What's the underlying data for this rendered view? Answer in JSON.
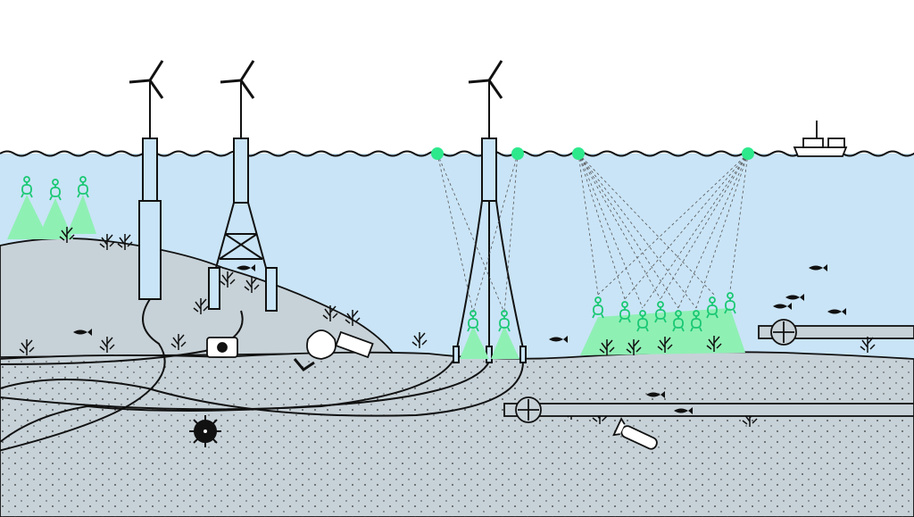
{
  "colors": {
    "sky": "#ffffff",
    "water": "#c9e4f6",
    "seabed": "#c7d2d8",
    "seabed_dark": "#bcc8cf",
    "line": "#111111",
    "sensor_green": "#2ee88c",
    "light_cone": "#8ff0b4"
  },
  "icons": [
    "wind-turbine-icon",
    "buoy-icon",
    "ship-icon",
    "fish-icon",
    "sensor-icon",
    "coral-icon",
    "pipeline-icon",
    "mine-icon",
    "barrel-icon",
    "trash-bag-icon",
    "torpedo-icon"
  ],
  "turbines": [
    {
      "kind": "monopile"
    },
    {
      "kind": "jacket"
    },
    {
      "kind": "floating"
    }
  ],
  "buoys": 4
}
